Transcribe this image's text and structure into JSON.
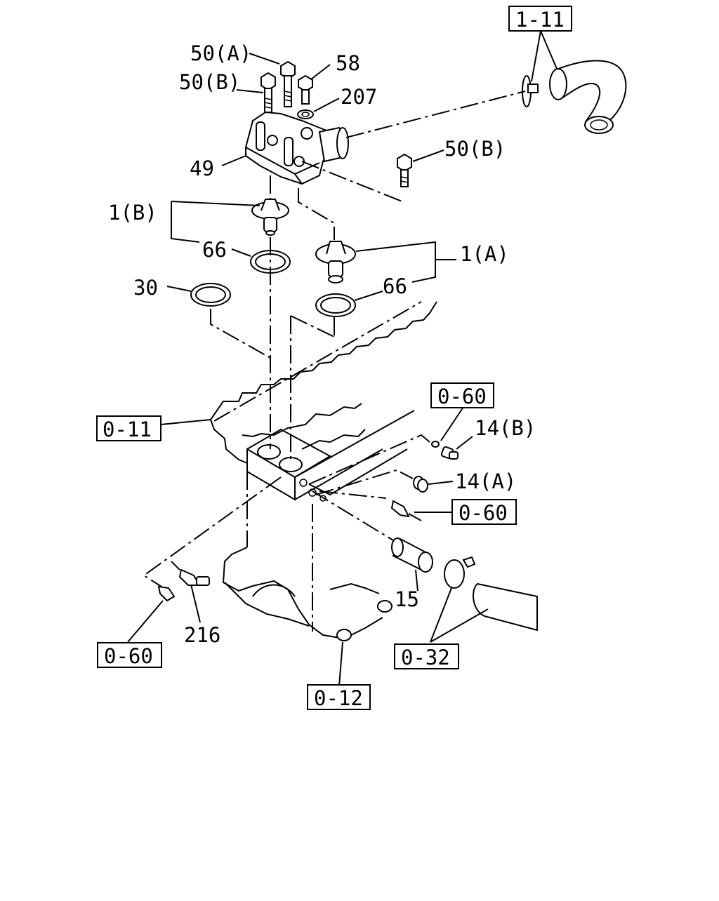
{
  "labels": {
    "p50a": "50(A)",
    "p58": "58",
    "p50b_top": "50(B)",
    "p207": "207",
    "p49": "49",
    "p50b_right": "50(B)",
    "p1b": "1(B)",
    "p66_left": "66",
    "p1a": "1(A)",
    "p30": "30",
    "p66_right": "66",
    "p14b": "14(B)",
    "p14a": "14(A)",
    "p15": "15",
    "p216": "216"
  },
  "refs": {
    "r1_11": "1-11",
    "r0_60_top": "0-60",
    "r0_11": "0-11",
    "r0_60_mid": "0-60",
    "r0_60_left": "0-60",
    "r0_32": "0-32",
    "r0_12": "0-12"
  }
}
